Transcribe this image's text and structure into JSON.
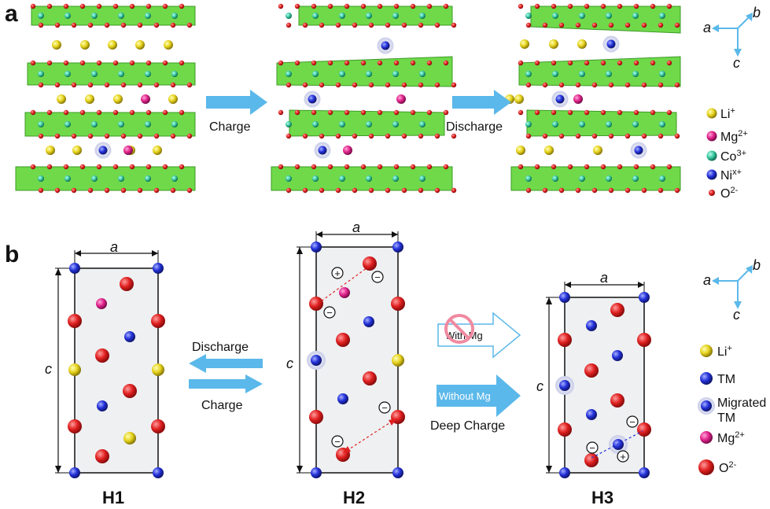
{
  "panels": {
    "a": "a",
    "b": "b"
  },
  "panel_a": {
    "arrow_charge": "Charge",
    "arrow_discharge": "Discharge",
    "axes": {
      "a": "a",
      "b": "b",
      "c": "c"
    },
    "legend": [
      {
        "base": "Li",
        "sup": "+",
        "color": "#e6d21c"
      },
      {
        "base": "Mg",
        "sup": "2+",
        "color": "#e0238c"
      },
      {
        "base": "Co",
        "sup": "3+",
        "color": "#39c9a2"
      },
      {
        "base": "Ni",
        "sup": "x+",
        "color": "#2230d8"
      },
      {
        "base": "O",
        "sup": "2-",
        "color": "#e02020"
      }
    ]
  },
  "panel_b": {
    "cells": {
      "h1": "H1",
      "h2": "H2",
      "h3": "H3"
    },
    "lattice": {
      "a": "a",
      "c": "c"
    },
    "arrow_left": "Discharge",
    "arrow_right": "Charge",
    "with_mg": "With Mg",
    "without_mg": "Without Mg",
    "deep_charge": "Deep Charge",
    "plus": "+",
    "minus": "−",
    "axes": {
      "a": "a",
      "b": "b",
      "c": "c"
    },
    "legend": [
      {
        "base": "Li",
        "sup": "+",
        "line2": ""
      },
      {
        "base": "TM",
        "sup": "",
        "line2": ""
      },
      {
        "base": "Migrated",
        "sup": "",
        "line2": "TM"
      },
      {
        "base": "Mg",
        "sup": "2+",
        "line2": ""
      },
      {
        "base": "O",
        "sup": "2-",
        "line2": ""
      }
    ]
  },
  "colors": {
    "li": "#e6d21c",
    "mg": "#e0238c",
    "co": "#39c9a2",
    "ni": "#2230d8",
    "o": "#e02020",
    "slab": "#6fd94a",
    "arrow": "#5bb8ea",
    "cell_fill": "#eef0f2"
  }
}
